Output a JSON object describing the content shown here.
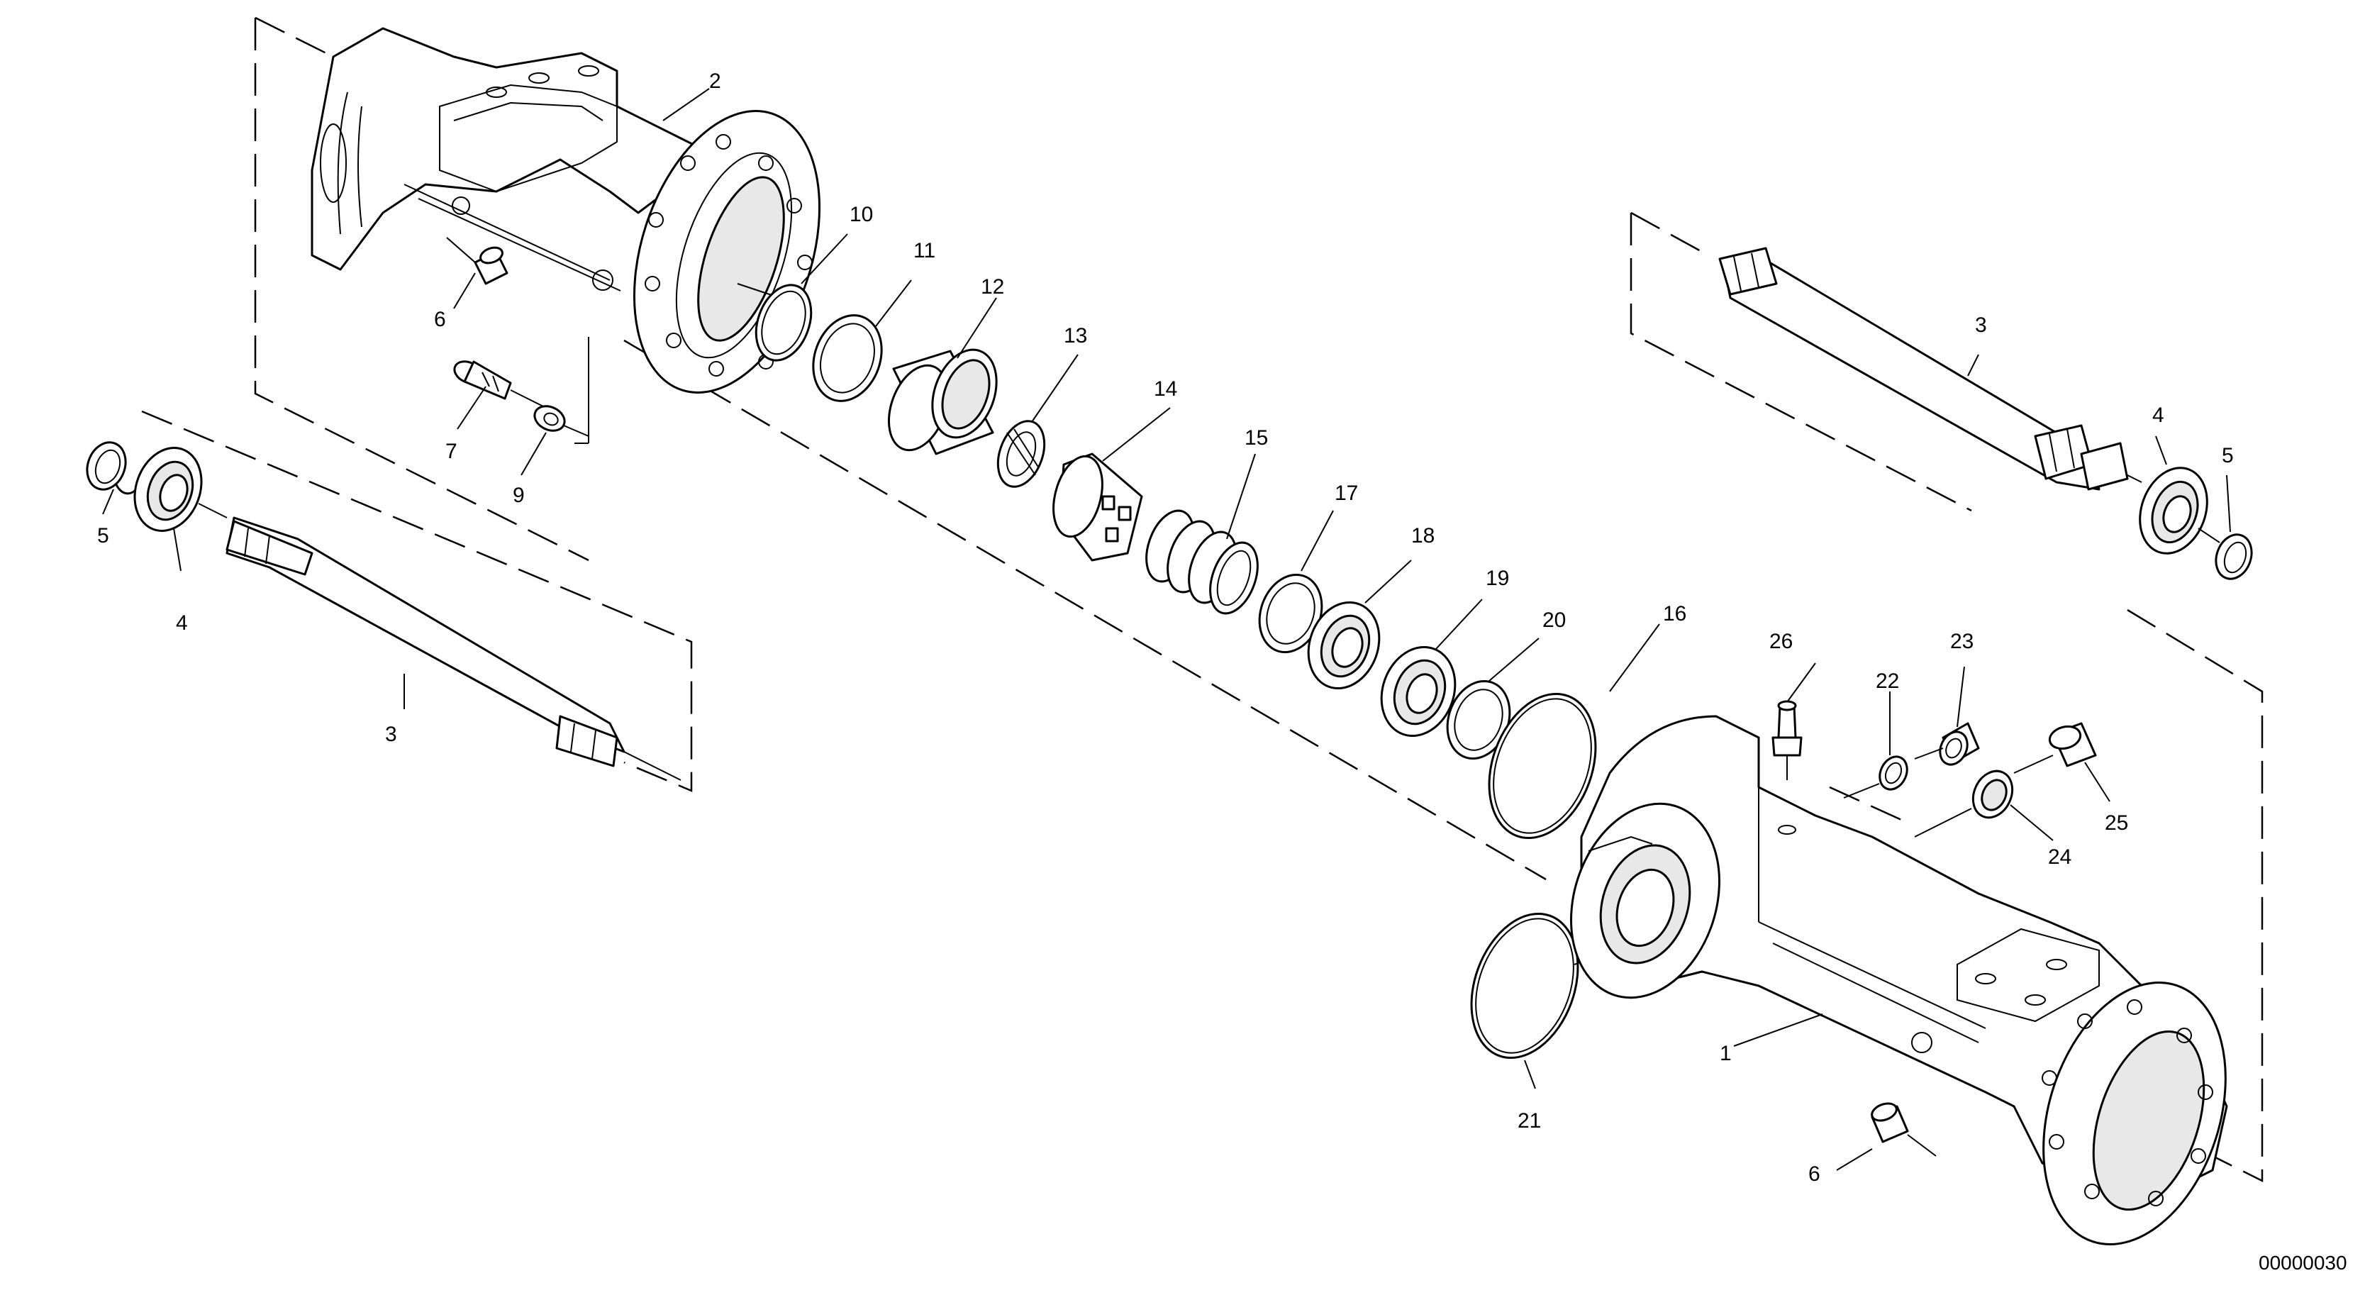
{
  "drawing": {
    "document_number": "00000030",
    "callouts": {
      "c1": "1",
      "c2": "2",
      "c3a": "3",
      "c3b": "3",
      "c4a": "4",
      "c4b": "4",
      "c5a": "5",
      "c5b": "5",
      "c6a": "6",
      "c6b": "6",
      "c7": "7",
      "c9": "9",
      "c10": "10",
      "c11": "11",
      "c12": "12",
      "c13": "13",
      "c14": "14",
      "c15": "15",
      "c16": "16",
      "c17": "17",
      "c18": "18",
      "c19": "19",
      "c20": "20",
      "c21": "21",
      "c22": "22",
      "c23": "23",
      "c24": "24",
      "c25": "25",
      "c26": "26"
    }
  }
}
